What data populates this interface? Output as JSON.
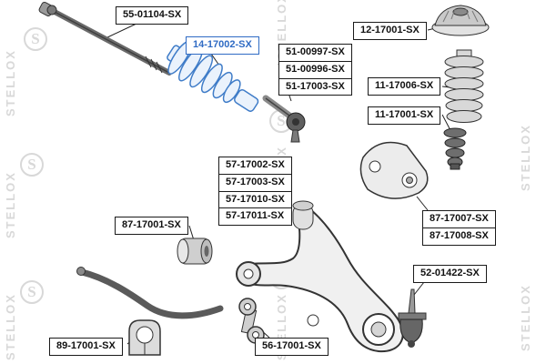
{
  "watermark": {
    "brand": "STELLOX",
    "logo_letter": "S"
  },
  "colors": {
    "highlight": "#2f6bc4",
    "line_color": "#222222",
    "watermark": "#d8d8d8",
    "boot_fill": "#eaf2fc",
    "boot_stroke": "#3f7cc8"
  },
  "labels": [
    {
      "text": "55-01104-SX",
      "highlighted": false
    },
    {
      "text": "14-17002-SX",
      "highlighted": true
    },
    {
      "text": "51-00997-SX",
      "highlighted": false
    },
    {
      "text": "51-00996-SX",
      "highlighted": false
    },
    {
      "text": "51-17003-SX",
      "highlighted": false
    },
    {
      "text": "12-17001-SX",
      "highlighted": false
    },
    {
      "text": "11-17006-SX",
      "highlighted": false
    },
    {
      "text": "11-17001-SX",
      "highlighted": false
    },
    {
      "text": "57-17002-SX",
      "highlighted": false
    },
    {
      "text": "57-17003-SX",
      "highlighted": false
    },
    {
      "text": "57-17010-SX",
      "highlighted": false
    },
    {
      "text": "57-17011-SX",
      "highlighted": false
    },
    {
      "text": "87-17001-SX",
      "highlighted": false
    },
    {
      "text": "87-17007-SX",
      "highlighted": false
    },
    {
      "text": "87-17008-SX",
      "highlighted": false
    },
    {
      "text": "52-01422-SX",
      "highlighted": false
    },
    {
      "text": "89-17001-SX",
      "highlighted": false
    },
    {
      "text": "56-17001-SX",
      "highlighted": false
    }
  ],
  "drawings": [
    "inner-tie-rod",
    "steering-rack-boot-highlighted",
    "tie-rod-end",
    "strut-mount",
    "strut-dust-boot",
    "bump-stop",
    "bracket",
    "control-arm",
    "control-arm-bushing",
    "stabilizer-bar",
    "stabilizer-bushing",
    "stabilizer-link",
    "ball-joint"
  ]
}
